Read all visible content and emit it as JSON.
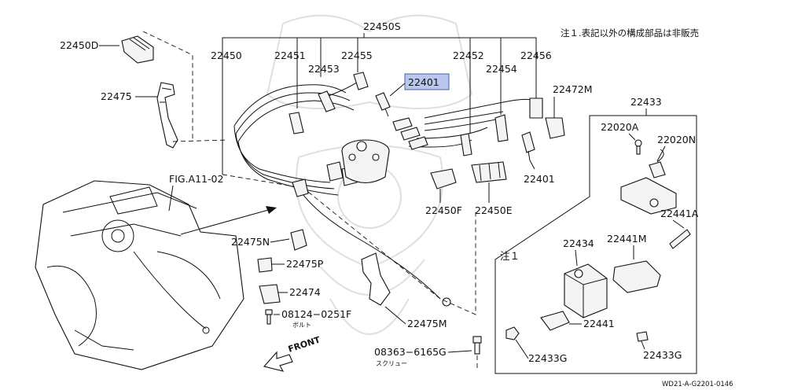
{
  "diagram": {
    "note_top": "注１.表記以外の構成部品は非販売",
    "note_box": "注１",
    "doc_code": "WD21-A-G2201-0146",
    "front_label": "FRONT",
    "fig_ref": "FIG.A11-02",
    "highlight_color": "#b9c6f0",
    "labels": {
      "p22450S": "22450S",
      "p22450D": "22450D",
      "p22450": "22450",
      "p22451": "22451",
      "p22453": "22453",
      "p22455": "22455",
      "p22401a": "22401",
      "p22452": "22452",
      "p22454": "22454",
      "p22456": "22456",
      "p22472M": "22472M",
      "p22475": "22475",
      "p22433": "22433",
      "p22020A": "22020A",
      "p22020N": "22020N",
      "p22401b": "22401",
      "p22450F": "22450F",
      "p22450E": "22450E",
      "p22441A": "22441A",
      "p22441M": "22441M",
      "p22434": "22434",
      "p22475N": "22475N",
      "p22475P": "22475P",
      "p22474": "22474",
      "p08124": "08124−0251F",
      "bolt": "ボルト",
      "p22475M": "22475M",
      "p22441": "22441",
      "p08363": "08363−6165G",
      "screw": "スクリュー",
      "p22433G_a": "22433G",
      "p22433G_b": "22433G"
    }
  }
}
